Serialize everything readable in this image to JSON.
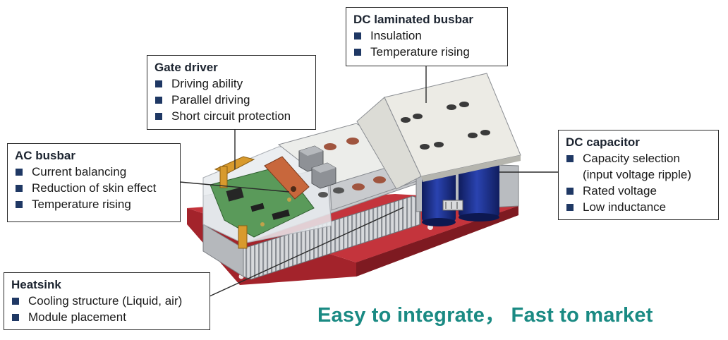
{
  "callouts": {
    "dc_busbar": {
      "title": "DC laminated busbar",
      "items": [
        "Insulation",
        "Temperature rising"
      ]
    },
    "gate_driver": {
      "title": "Gate driver",
      "items": [
        "Driving ability",
        "Parallel driving",
        "Short circuit protection"
      ]
    },
    "ac_busbar": {
      "title": "AC busbar",
      "items": [
        "Current balancing",
        "Reduction of skin effect",
        "Temperature rising"
      ]
    },
    "dc_capacitor": {
      "title": "DC capacitor",
      "items": [
        "Capacity selection",
        "(input voltage ripple)",
        "Rated voltage",
        "Low inductance"
      ]
    },
    "heatsink": {
      "title": "Heatsink",
      "items": [
        "Cooling structure (Liquid, air)",
        "Module placement"
      ]
    }
  },
  "slogan": "Easy to integrate， Fast to market",
  "colors": {
    "bullet": "#1f3864",
    "slogan": "#1a8a83",
    "base_plate": "#a3232b",
    "capacitor": "#1c2f86",
    "pcb": "#5a9a5a",
    "copper": "#c8673c"
  }
}
